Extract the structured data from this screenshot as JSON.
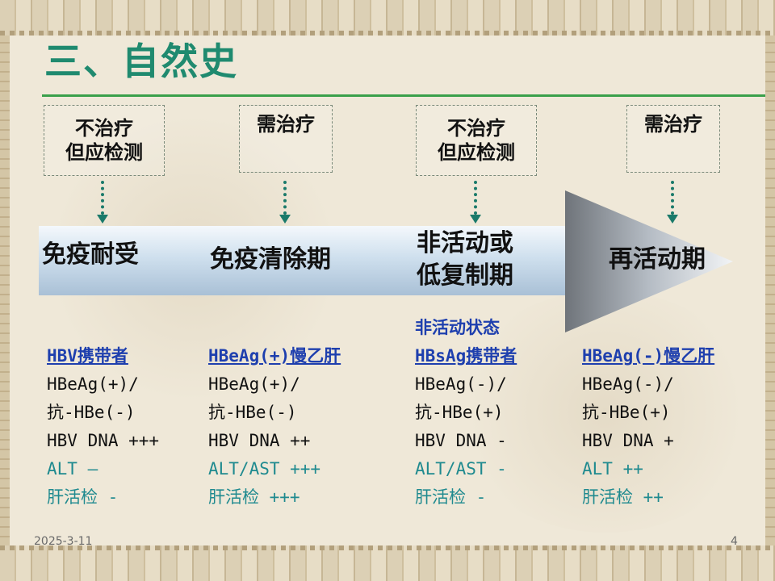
{
  "title": "三、自然史",
  "boxes": [
    {
      "line1": "不治疗",
      "line2": "但应检测"
    },
    {
      "line1": "需治疗",
      "line2": ""
    },
    {
      "line1": "不治疗",
      "line2": "但应检测"
    },
    {
      "line1": "需治疗",
      "line2": ""
    }
  ],
  "phases": [
    {
      "line1": "免疫耐受",
      "line2": ""
    },
    {
      "line1": "免疫清除期",
      "line2": ""
    },
    {
      "line1": "非活动或",
      "line2": "低复制期"
    },
    {
      "line1": "再活动期",
      "line2": ""
    }
  ],
  "inactive_label": "非活动状态",
  "columns": [
    {
      "header": "HBV携带者",
      "hbeag": "HBeAg(+)/",
      "antihbe": "抗-HBe(-)",
      "dna": "HBV DNA +++",
      "alt": "ALT –",
      "biopsy": "肝活检 -"
    },
    {
      "header": "HBeAg(+)慢乙肝",
      "hbeag": "HBeAg(+)/",
      "antihbe": "抗-HBe(-)",
      "dna": "HBV DNA ++",
      "alt": "ALT/AST +++",
      "biopsy": "肝活检 +++"
    },
    {
      "header": "HBsAg携带者",
      "hbeag": "HBeAg(-)/",
      "antihbe": "抗-HBe(+)",
      "dna": "HBV DNA -",
      "alt": "ALT/AST -",
      "biopsy": "肝活检 -"
    },
    {
      "header": "HBeAg(-)慢乙肝",
      "hbeag": "HBeAg(-)/",
      "antihbe": "抗-HBe(+)",
      "dna": "HBV DNA +",
      "alt": "ALT ++",
      "biopsy": "肝活检 ++"
    }
  ],
  "footer": {
    "date": "2025-3-11",
    "page": "4"
  },
  "colors": {
    "title": "#1f8a6f",
    "rule": "#3aa04a",
    "header_link": "#1e3fae",
    "teal_text": "#1f8a8f"
  }
}
